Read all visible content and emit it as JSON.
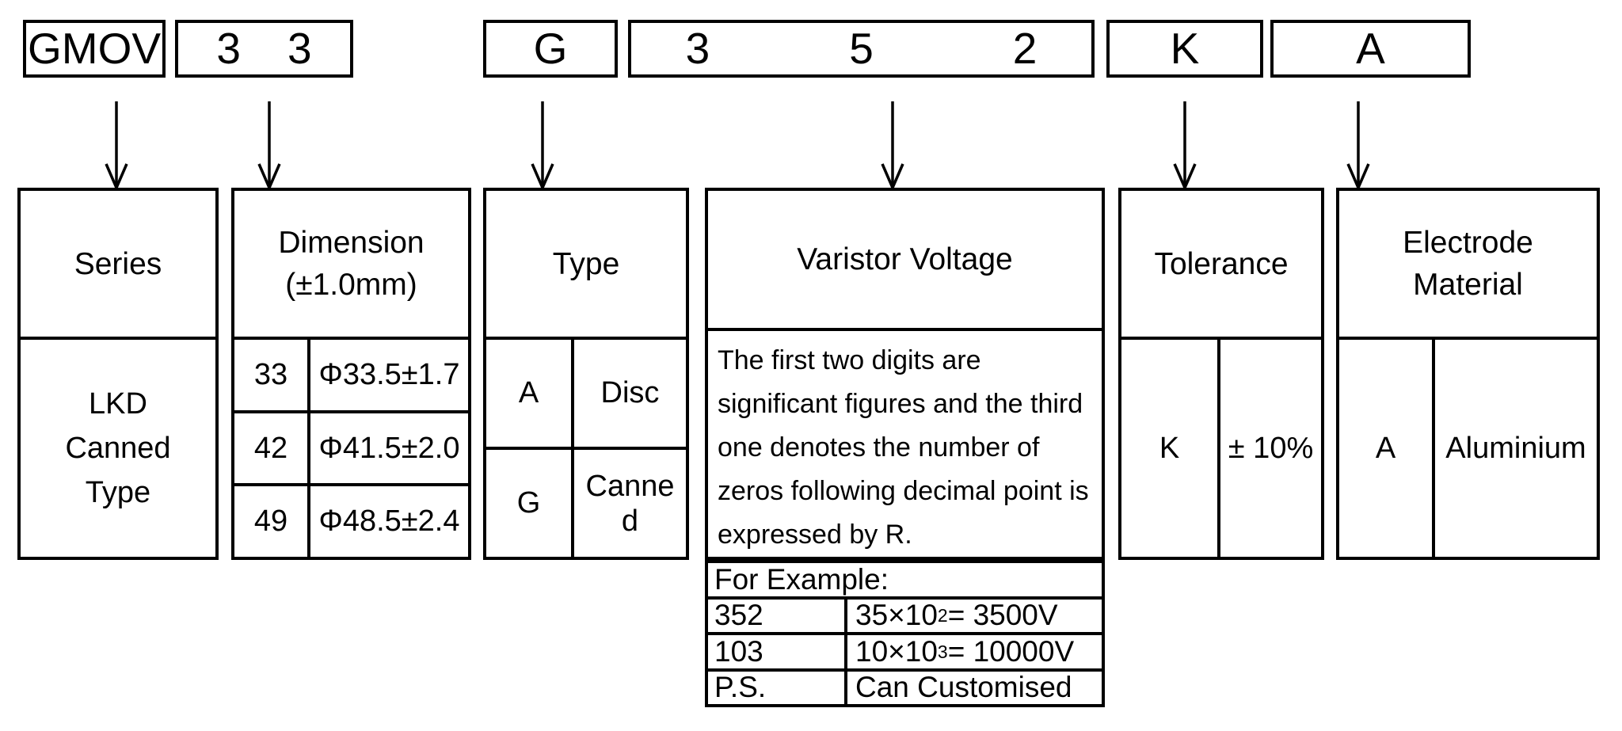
{
  "columns": {
    "series": {
      "code": "GMOV",
      "header": "Series",
      "body_lines": [
        "LKD",
        "Canned",
        "Type"
      ]
    },
    "dimension": {
      "code_digits": [
        "3",
        "3"
      ],
      "header_lines": [
        "Dimension",
        "(±1.0mm)"
      ],
      "rows": [
        {
          "code": "33",
          "value": "Φ33.5±1.7"
        },
        {
          "code": "42",
          "value": "Φ41.5±2.0"
        },
        {
          "code": "49",
          "value": "Φ48.5±2.4"
        }
      ]
    },
    "type": {
      "code": "G",
      "header": "Type",
      "rows": [
        {
          "code": "A",
          "value": "Disc"
        },
        {
          "code": "G",
          "value": "Canned"
        }
      ]
    },
    "varistor_voltage": {
      "code_digits": [
        "3",
        "5",
        "2"
      ],
      "header": "Varistor Voltage",
      "description_lines": [
        "The first two digits are",
        "significant figures and the third",
        "one denotes the number of",
        "zeros following decimal point is",
        "expressed by R."
      ],
      "example_title": "For Example:",
      "examples": [
        {
          "code": "352",
          "value_base": "35×10",
          "value_sup": "2",
          "value_rest": " = 3500V"
        },
        {
          "code": "103",
          "value_base": "10×10",
          "value_sup": "3",
          "value_rest": " = 10000V"
        },
        {
          "code": "P.S.",
          "value_base": "Can Customised",
          "value_sup": "",
          "value_rest": ""
        }
      ]
    },
    "tolerance": {
      "code": "K",
      "header": "Tolerance",
      "rows": [
        {
          "code": "K",
          "value": "± 10%"
        }
      ]
    },
    "electrode": {
      "code": "A",
      "header_lines": [
        "Electrode",
        "Material"
      ],
      "rows": [
        {
          "code": "A",
          "value": "Aluminium"
        }
      ]
    }
  },
  "colors": {
    "ink": "#000000",
    "background": "#ffffff"
  }
}
